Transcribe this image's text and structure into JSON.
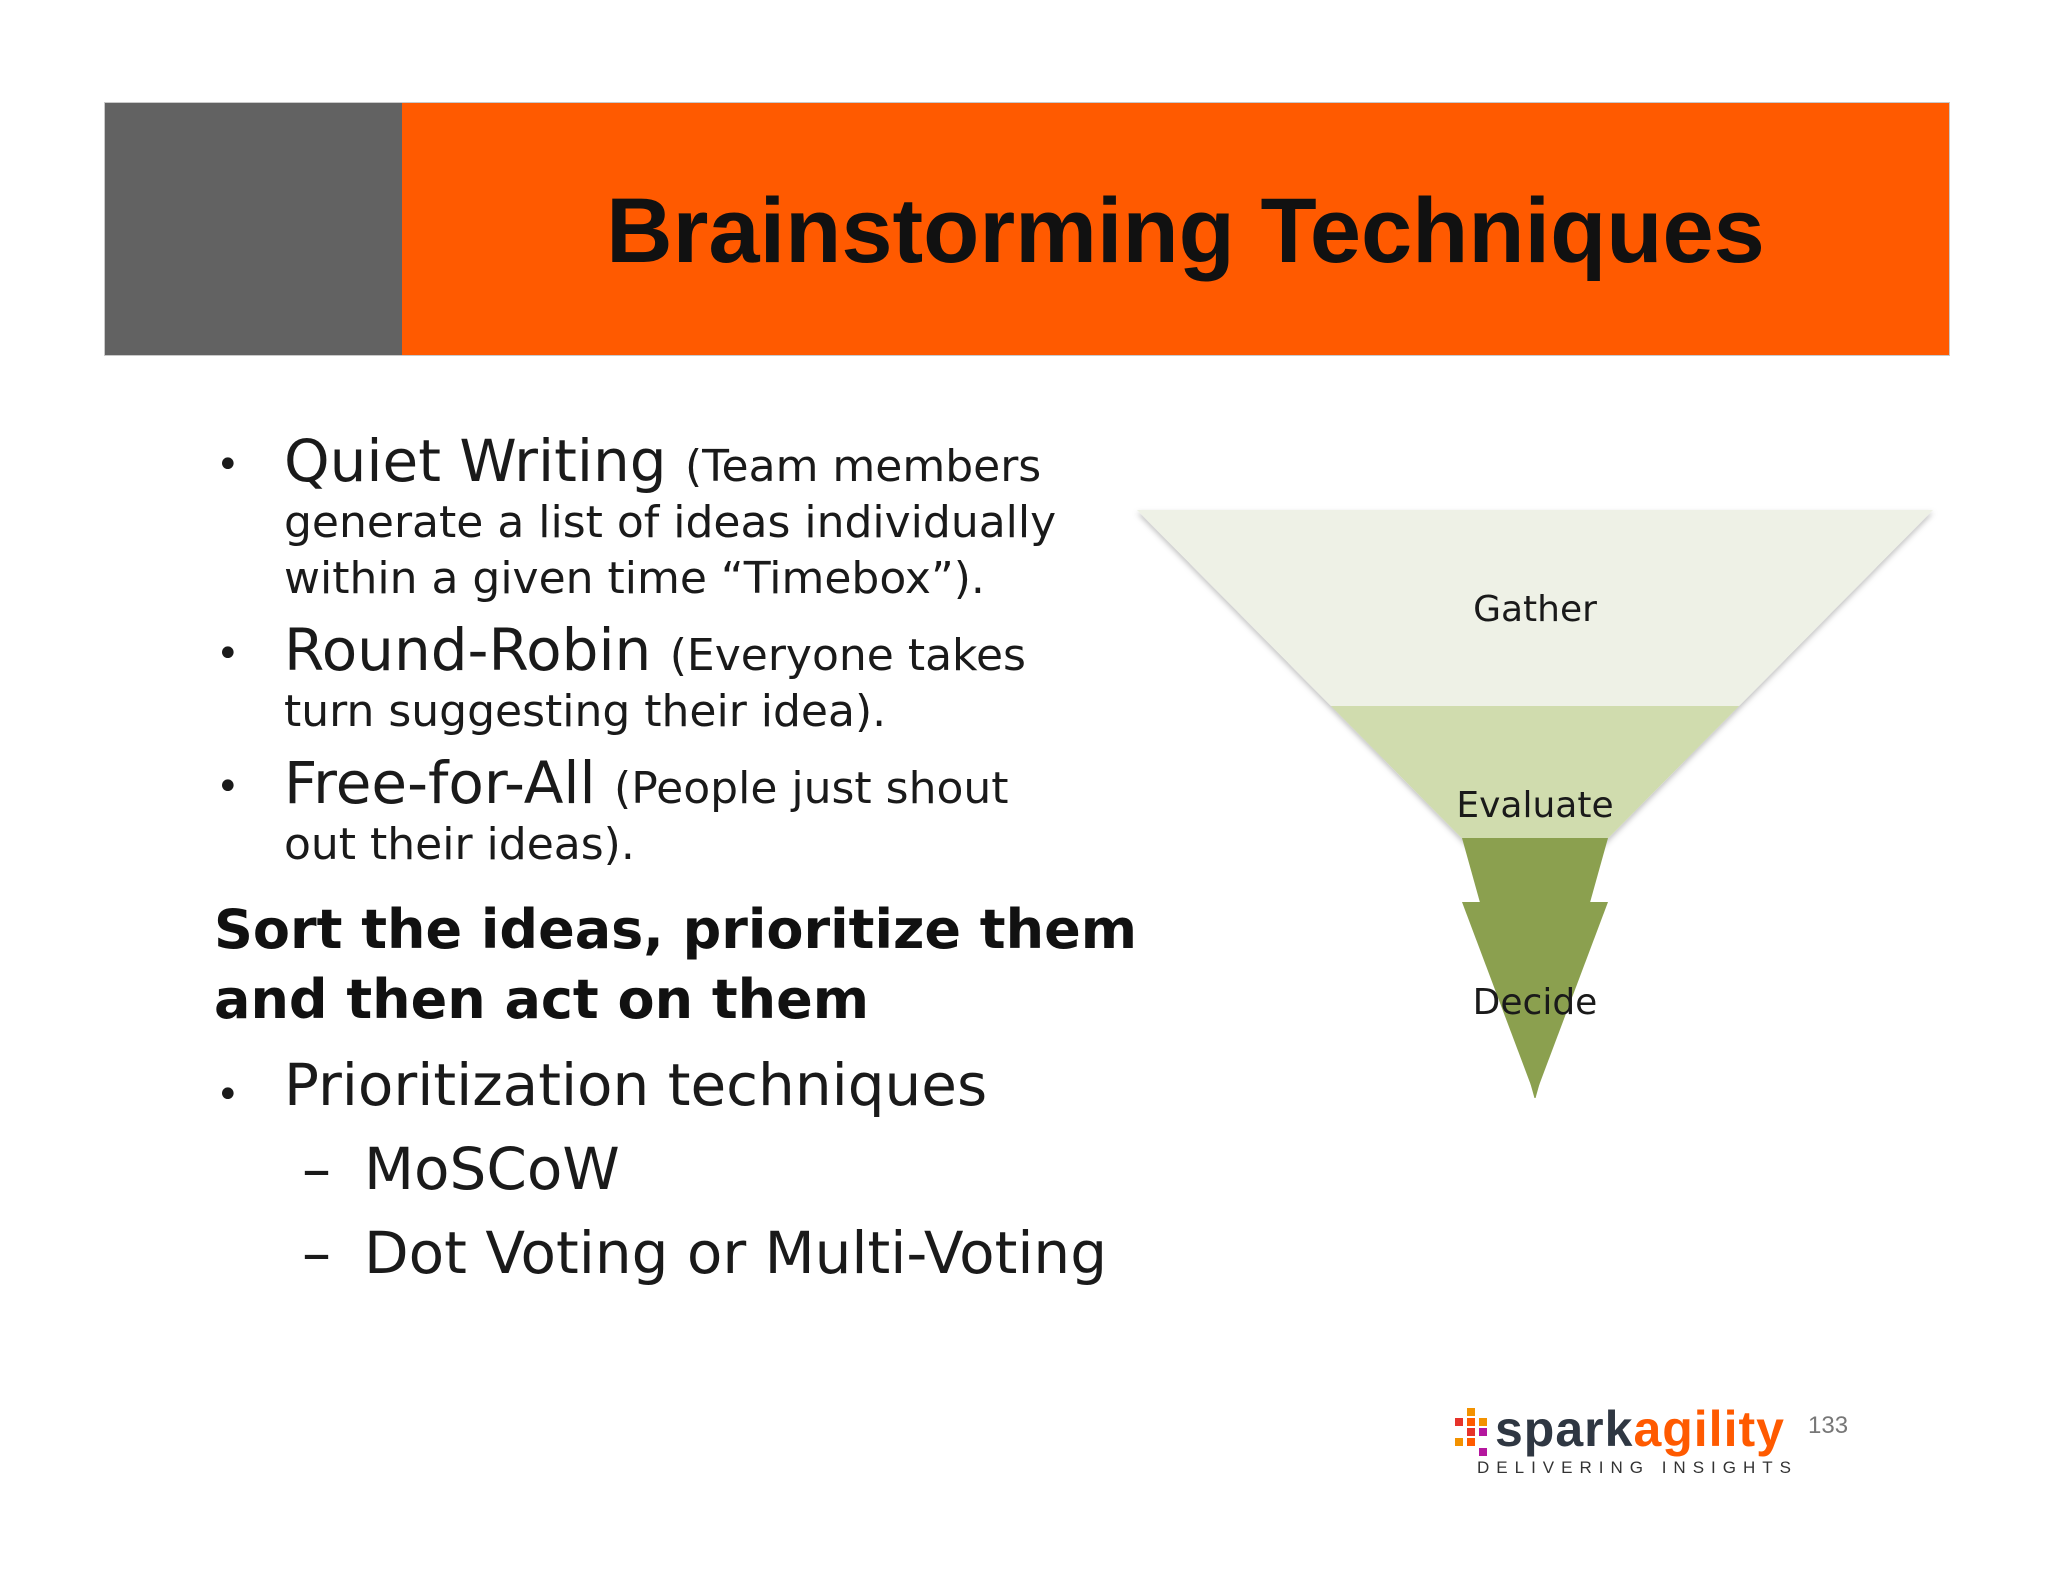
{
  "header": {
    "title": "Brainstorming Techniques"
  },
  "bullets": [
    {
      "term": "Quiet Writing",
      "description_lines": [
        "(Team members",
        "generate a list of ideas individually",
        "within a given time “Timebox”)."
      ]
    },
    {
      "term": "Round-Robin",
      "description_lines": [
        "(Everyone takes",
        "turn suggesting their idea)."
      ]
    },
    {
      "term": "Free-for-All",
      "description_lines": [
        "(People just shout",
        "out their ideas)."
      ]
    }
  ],
  "sort_heading": {
    "line1": "Sort the ideas, prioritize them",
    "line2": "and then act on them"
  },
  "prioritization": {
    "label": "Prioritization techniques",
    "items": [
      "MoSCoW",
      "Dot Voting or Multi-Voting"
    ]
  },
  "bullet_glyph": "•",
  "dash_glyph": "–",
  "funnel": {
    "stages": [
      {
        "label": "Gather",
        "color": "#eef1e6"
      },
      {
        "label": "Evaluate",
        "color": "#d0dcae"
      },
      {
        "label": "Decide",
        "color": "#8ba04f"
      }
    ]
  },
  "logo": {
    "word_part1": "spark",
    "word_part2": "agility",
    "tagline": "DELIVERING INSIGHTS"
  },
  "page_number": "133",
  "colors": {
    "header_orange": "#ff5a00",
    "header_gray": "#626262"
  }
}
